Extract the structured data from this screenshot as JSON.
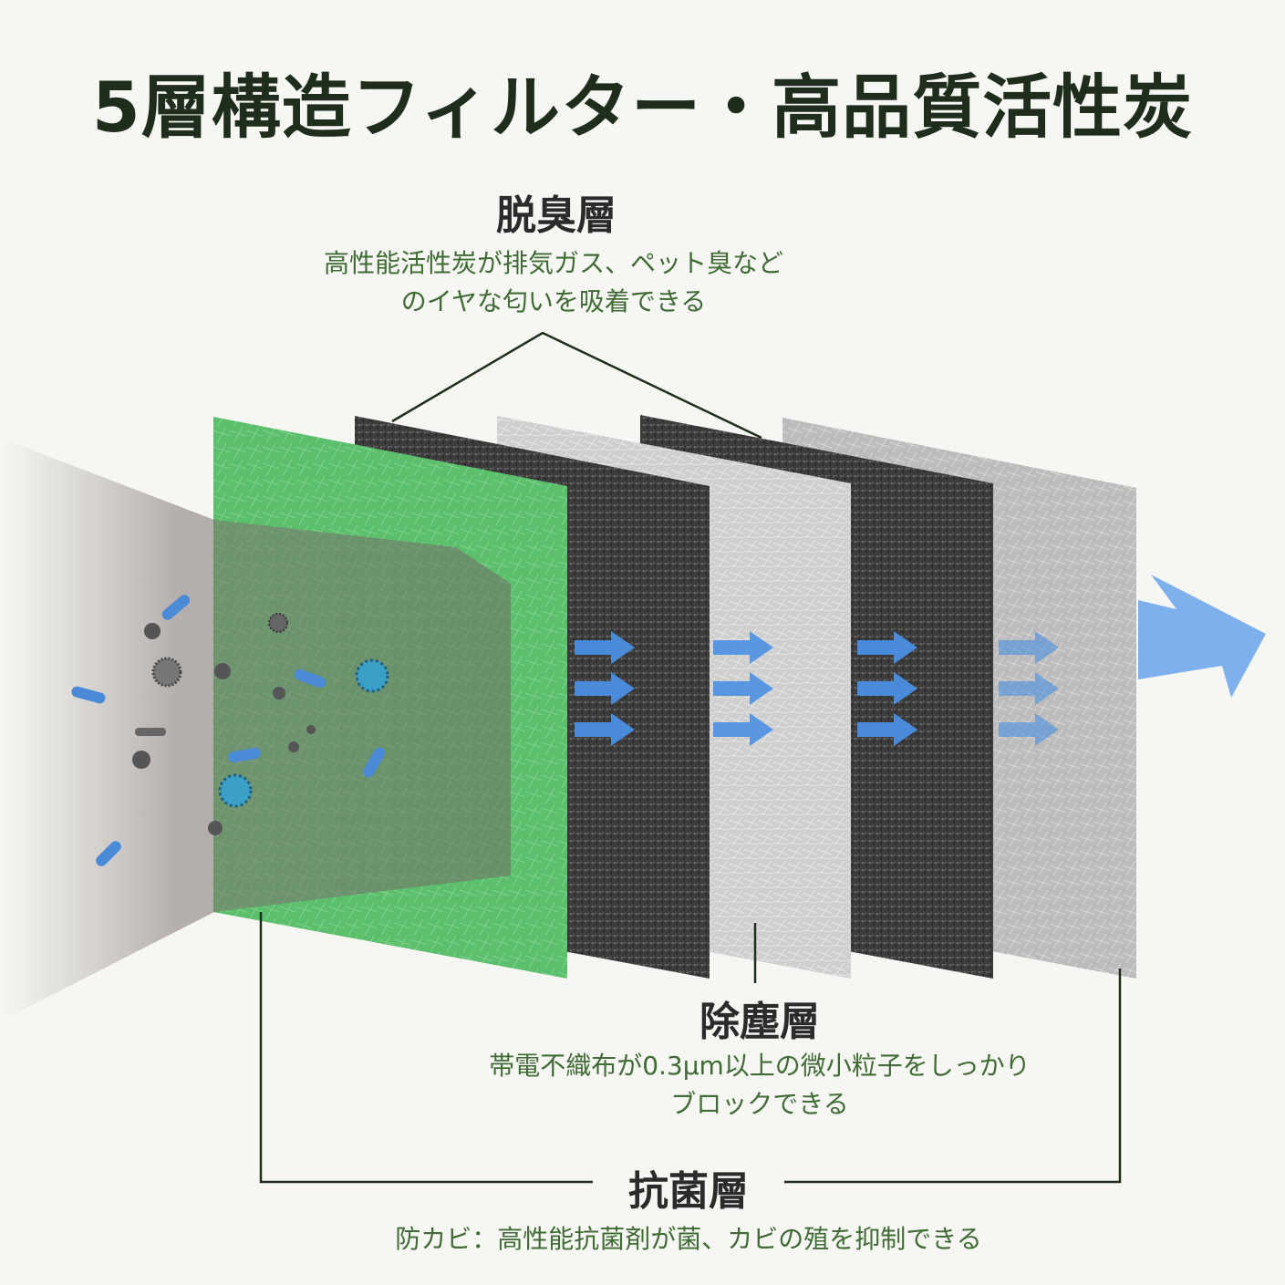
{
  "title": "5層構造フィルター・高品質活性炭",
  "layers": {
    "deodorize": {
      "label": "脱臭層",
      "description": [
        "高性能活性炭が排気ガス、ペット臭など",
        "のイヤな匂いを吸着できる"
      ]
    },
    "dust": {
      "label": "除塵層",
      "description": [
        "帯電不織布が0.3μm以上の微小粒子をしっかり",
        "ブロックできる"
      ]
    },
    "antibacterial": {
      "label": "抗菌層",
      "description": [
        "防カビ：高性能抗菌剤が菌、カビの殖を抑制できる"
      ]
    }
  },
  "colors": {
    "title": "#1f2e1c",
    "description": "#3f6b34",
    "green_layer": "#5fbf6e",
    "carbon_layer": "#3a3a3a",
    "white_layer": "#c9c9c9",
    "grey_layer": "#b9b9b9",
    "arrow": "#4a8fe0"
  },
  "icons": [
    "bacteria-icon",
    "virus-icon",
    "dust-particle-icon",
    "airflow-arrow-icon"
  ]
}
